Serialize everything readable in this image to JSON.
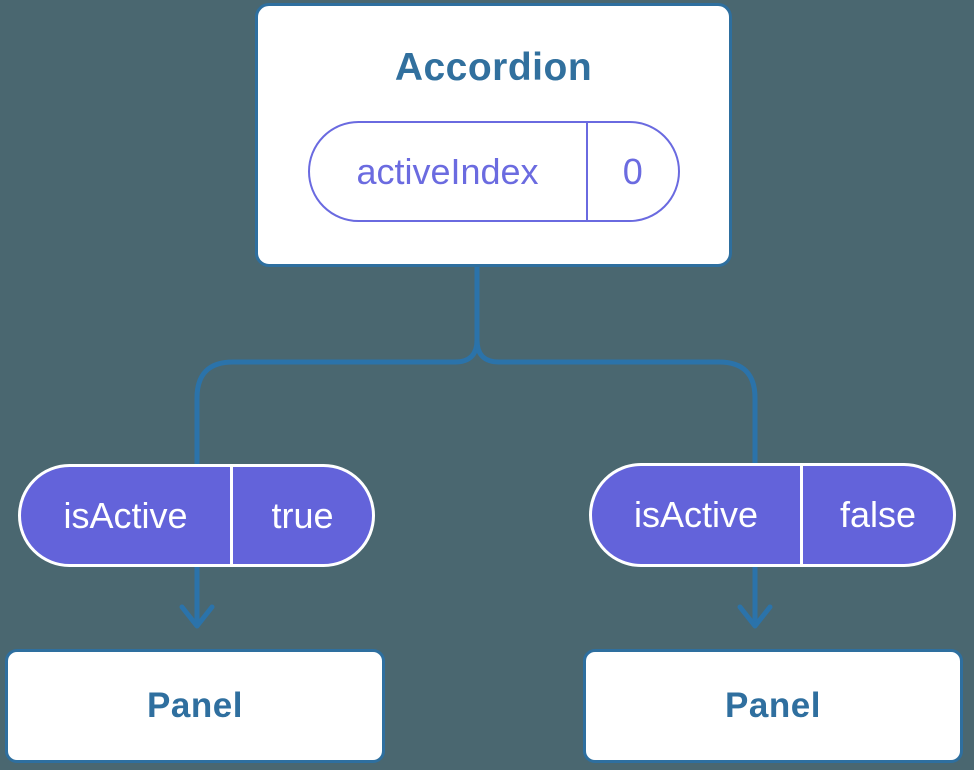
{
  "tree": {
    "root": {
      "title": "Accordion",
      "state": {
        "name": "activeIndex",
        "value": "0"
      }
    },
    "props": [
      {
        "name": "isActive",
        "value": "true"
      },
      {
        "name": "isActive",
        "value": "false"
      }
    ],
    "children": [
      {
        "title": "Panel"
      },
      {
        "title": "Panel"
      }
    ],
    "colors": {
      "background": "#4A6770",
      "connector_blue": "#2B73AA",
      "box_border_blue": "#2E6F9F",
      "text_blue": "#31709E",
      "pill_fill_purple": "#6363DA",
      "pill_outline_purple": "#6A6AE0",
      "pill_text_white": "#FFFFFF",
      "box_background": "#FFFFFF"
    }
  }
}
